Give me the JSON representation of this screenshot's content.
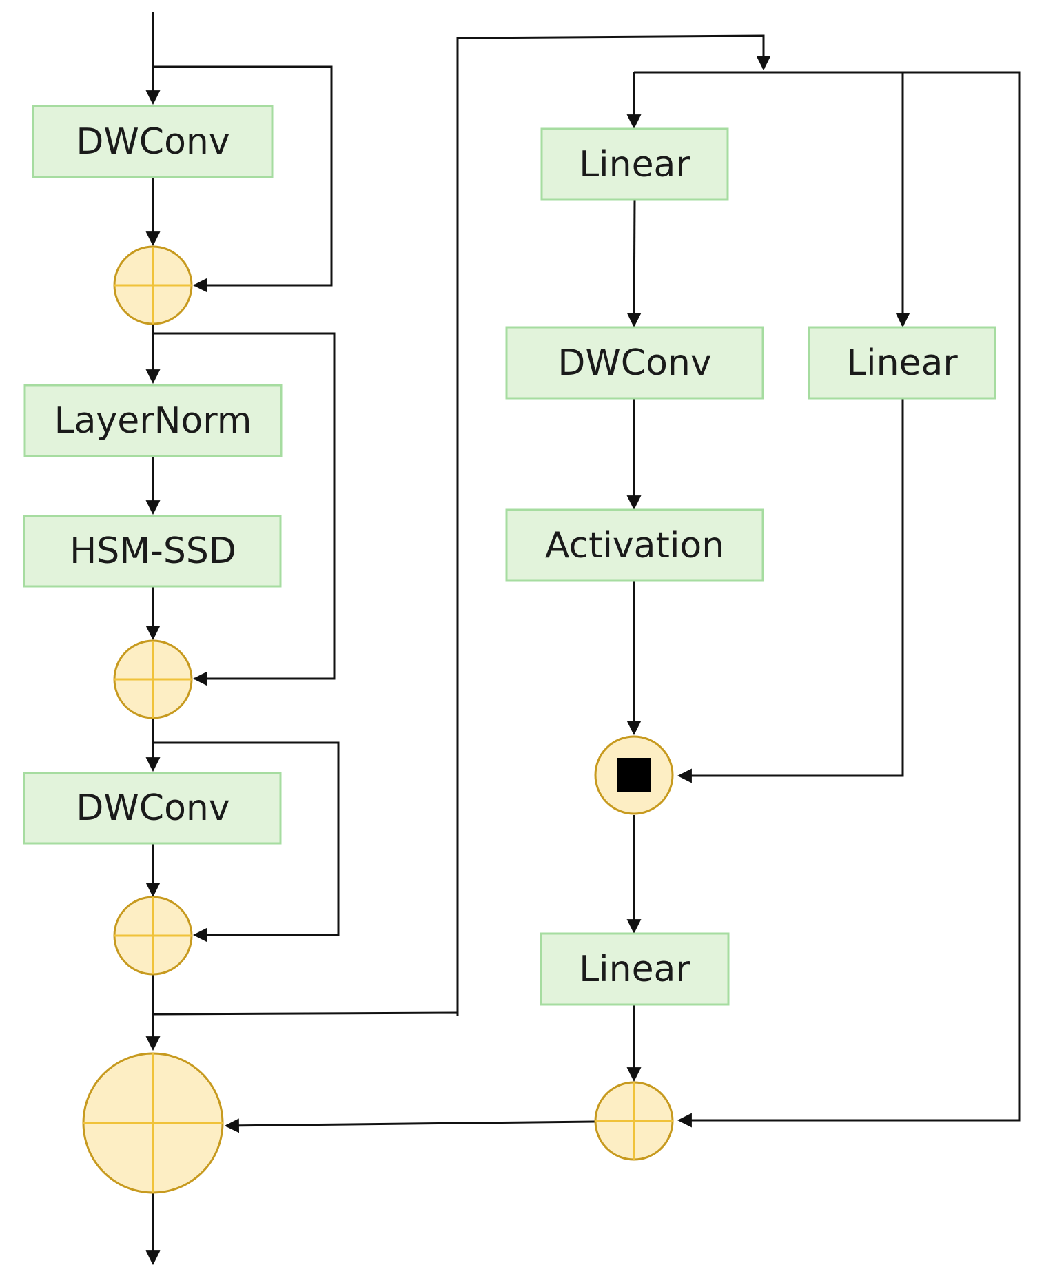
{
  "blocks": {
    "dwconv_1": "DWConv",
    "layernorm": "LayerNorm",
    "hsm_ssd": "HSM-SSD",
    "dwconv_2": "DWConv",
    "linear_in": "Linear",
    "dwconv_ffn": "DWConv",
    "linear_gate": "Linear",
    "activation": "Activation",
    "linear_out": "Linear"
  },
  "colors": {
    "block_fill": "#e2f3db",
    "block_border": "#a6dca0",
    "node_fill": "#fdeec4",
    "node_border": "#c79a1f",
    "node_cross": "#f0c23a",
    "wire": "#111111"
  },
  "nodes": {
    "add_1": "addition",
    "add_2": "addition",
    "add_3": "addition",
    "add_final": "addition",
    "multiply": "element-wise-multiplication",
    "add_ffn": "addition"
  }
}
